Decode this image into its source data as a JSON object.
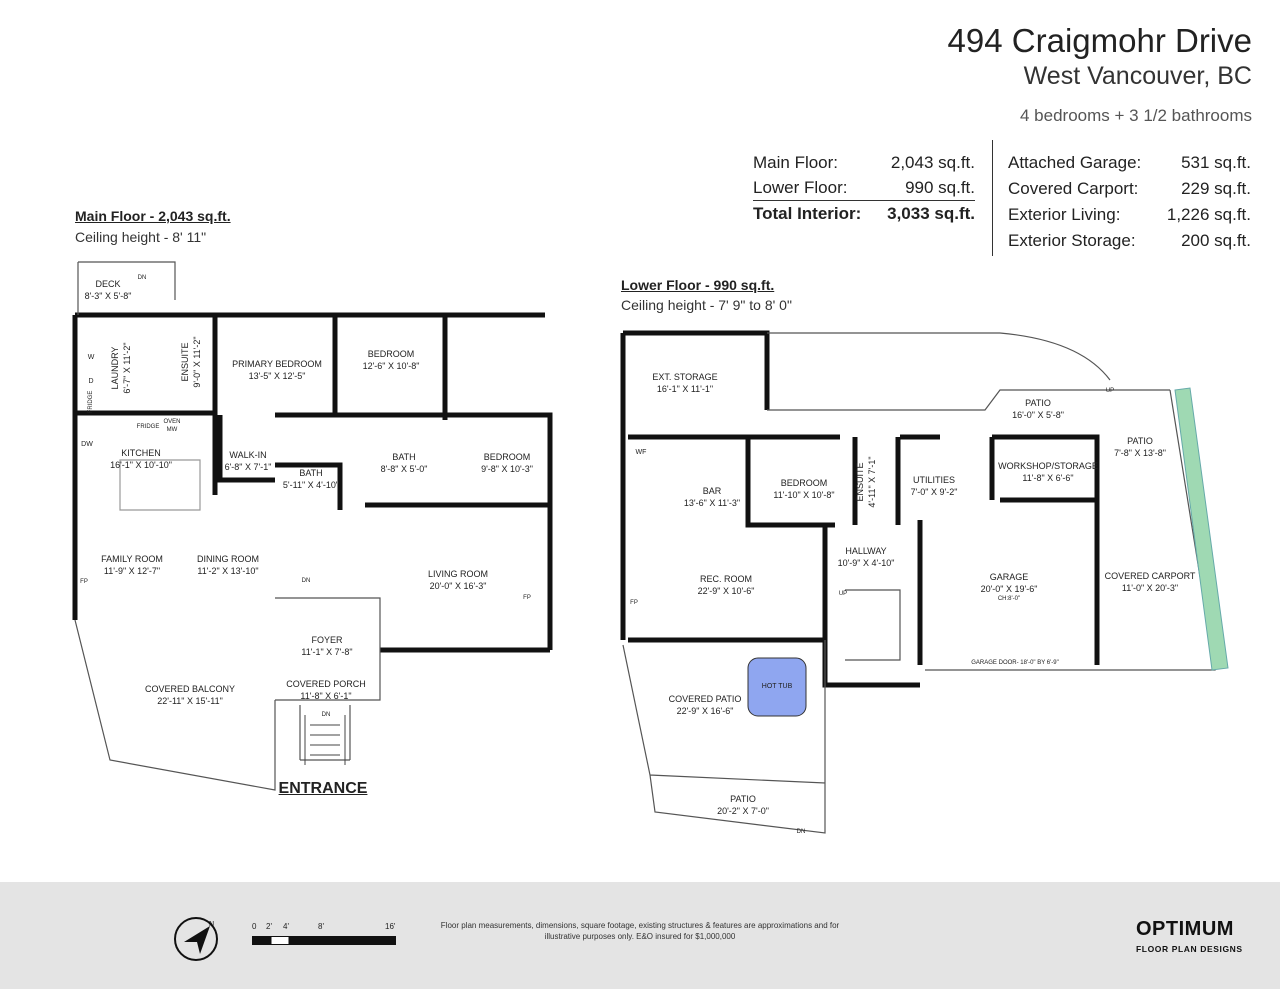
{
  "header": {
    "address": "494 Craigmohr Drive",
    "city": "West Vancouver, BC",
    "summary": "4 bedrooms + 3 1/2 bathrooms"
  },
  "areas_left": [
    {
      "label": "Main Floor:",
      "value": "2,043 sq.ft."
    },
    {
      "label": "Lower Floor:",
      "value": "990 sq.ft."
    },
    {
      "label": "Total Interior:",
      "value": "3,033 sq.ft."
    }
  ],
  "areas_right": [
    {
      "label": "Attached Garage:",
      "value": "531 sq.ft."
    },
    {
      "label": "Covered Carport:",
      "value": "229 sq.ft."
    },
    {
      "label": "Exterior Living:",
      "value": "1,226 sq.ft."
    },
    {
      "label": "Exterior Storage:",
      "value": "200 sq.ft."
    }
  ],
  "main_floor": {
    "heading": "Main Floor - 2,043 sq.ft.",
    "ceiling": "Ceiling height - 8' 11\"",
    "entrance": "ENTRANCE",
    "rooms": [
      {
        "name": "DECK",
        "dim": "8'-3\" X 5'-8\""
      },
      {
        "name": "LAUNDRY",
        "dim": "6'-7\" X 11'-2\""
      },
      {
        "name": "ENSUITE",
        "dim": "9'-0\" X 11'-2\""
      },
      {
        "name": "PRIMARY BEDROOM",
        "dim": "13'-5\" X 12'-5\""
      },
      {
        "name": "BEDROOM",
        "dim": "12'-6\" X 10'-8\""
      },
      {
        "name": "KITCHEN",
        "dim": "16'-1\" X 10'-10\""
      },
      {
        "name": "WALK-IN",
        "dim": "6'-8\" X 7'-1\""
      },
      {
        "name": "BATH",
        "dim": "5'-11\" X 4'-10\""
      },
      {
        "name": "BATH",
        "dim": "8'-8\" X 5'-0\""
      },
      {
        "name": "BEDROOM",
        "dim": "9'-8\" X 10'-3\""
      },
      {
        "name": "FAMILY ROOM",
        "dim": "11'-9\" X 12'-7\""
      },
      {
        "name": "DINING ROOM",
        "dim": "11'-2\" X 13'-10\""
      },
      {
        "name": "LIVING ROOM",
        "dim": "20'-0\" X 16'-3\""
      },
      {
        "name": "FOYER",
        "dim": "11'-1\" X 7'-8\""
      },
      {
        "name": "COVERED PORCH",
        "dim": "11'-8\" X 6'-1\""
      },
      {
        "name": "COVERED BALCONY",
        "dim": "22'-11\" X 15'-11\""
      }
    ],
    "fixtures": [
      "W",
      "D",
      "FRIDGE",
      "FRIDGE",
      "OVEN MW",
      "DW",
      "FP",
      "FP",
      "DN",
      "DN",
      "DN"
    ]
  },
  "lower_floor": {
    "heading": "Lower Floor - 990 sq.ft.",
    "ceiling": "Ceiling height - 7' 9\" to 8' 0\"",
    "rooms": [
      {
        "name": "EXT. STORAGE",
        "dim": "16'-1\" X 11'-1\""
      },
      {
        "name": "PATIO",
        "dim": "16'-0\" X 5'-8\""
      },
      {
        "name": "PATIO",
        "dim": "7'-8\" X 13'-8\""
      },
      {
        "name": "BAR",
        "dim": "13'-6\" X 11'-3\""
      },
      {
        "name": "BEDROOM",
        "dim": "11'-10\" X 10'-8\""
      },
      {
        "name": "ENSUITE",
        "dim": "4'-11\" X 7'-1\""
      },
      {
        "name": "UTILITIES",
        "dim": "7'-0\" X 9'-2\""
      },
      {
        "name": "WORKSHOP/STORAGE",
        "dim": "11'-8\" X 6'-6\""
      },
      {
        "name": "HALLWAY",
        "dim": "10'-9\" X 4'-10\""
      },
      {
        "name": "REC. ROOM",
        "dim": "22'-9\" X 10'-6\""
      },
      {
        "name": "GARAGE",
        "dim": "20'-0\" X 19'-6\"",
        "note": "CH:8'-0\""
      },
      {
        "name": "COVERED CARPORT",
        "dim": "11'-0\" X 20'-3\""
      },
      {
        "name": "COVERED PATIO",
        "dim": "22'-9\" X 16'-6\""
      },
      {
        "name": "PATIO",
        "dim": "20'-2\" X 7'-0\""
      }
    ],
    "garage_door": "GARAGE DOOR- 18'-0\" BY 6'-9\"",
    "hot_tub": "HOT TUB",
    "wf": "WF",
    "up": "UP",
    "fp": "FP",
    "dn": "DN"
  },
  "footer": {
    "scale_ticks": [
      "0",
      "2'",
      "4'",
      "8'",
      "16'"
    ],
    "compass": "N",
    "disclaimer": "Floor plan measurements, dimensions, square footage, existing structures & features are approximations and for illustrative purposes only.  E&O insured for $1,000,000",
    "brand": "OPTIMUM",
    "brand_sub": "FLOOR PLAN DESIGNS"
  },
  "colors": {
    "wall": "#111111",
    "hot_tub": "#8fa6f0",
    "hedge": "#9fd9b3",
    "footer_bg": "#e4e4e4"
  }
}
